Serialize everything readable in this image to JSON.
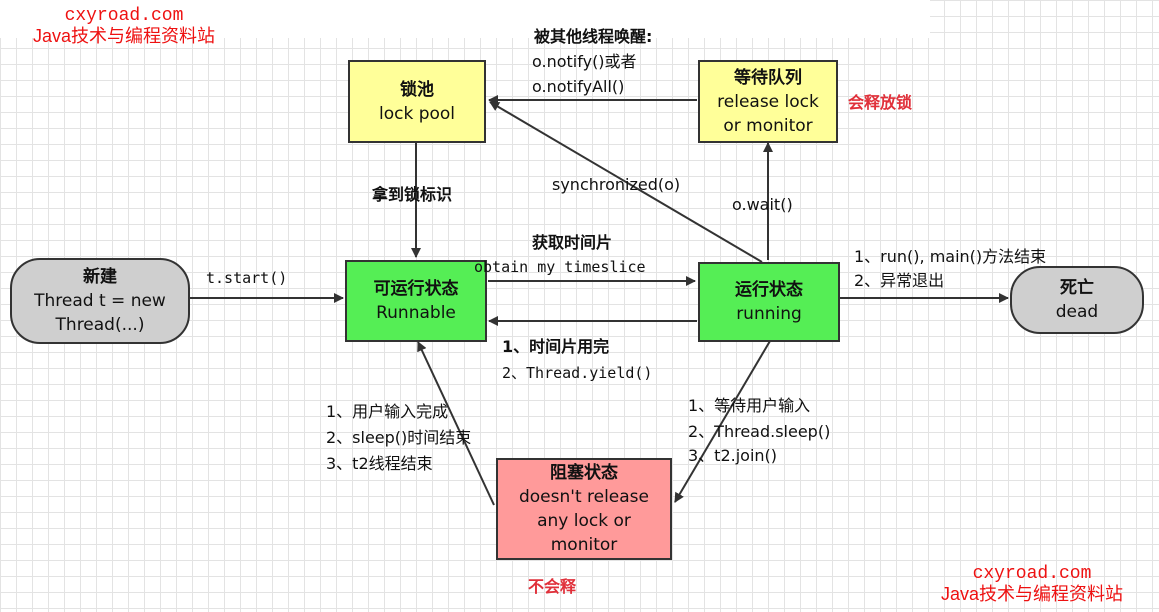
{
  "watermark": {
    "site": "cxyroad.com",
    "name": "Java技术与编程资料站"
  },
  "states": {
    "lock_pool": {
      "cn": "锁池",
      "en": "lock pool"
    },
    "wait_queue": {
      "cn": "等待队列",
      "line1": "release lock",
      "line2": "or monitor"
    },
    "new": {
      "cn": "新建",
      "line1": "Thread t = new",
      "line2": "Thread(...)"
    },
    "runnable": {
      "cn": "可运行状态",
      "en": "Runnable"
    },
    "running": {
      "cn": "运行状态",
      "en": "running"
    },
    "dead": {
      "cn": "死亡",
      "en": "dead"
    },
    "blocked": {
      "cn": "阻塞状态",
      "line1": "doesn't release",
      "line2": "any lock or",
      "line3": "monitor"
    }
  },
  "labels": {
    "notify_title": "被其他线程唤醒:",
    "notify_1": "o.notify()或者",
    "notify_2": "o.notifyAll()",
    "release_lock_note": "会释放锁",
    "synchronized": "synchronized(o)",
    "get_lock": "拿到锁标识",
    "wait": "o.wait()",
    "timeslice_cn": "获取时间片",
    "timeslice_en": "obtain my timeslice",
    "start": "t.start()",
    "end_1": "1、run(), main()方法结束",
    "end_2": "2、异常退出",
    "yield_1": "1、时间片用完",
    "yield_2": "2、Thread.yield()",
    "unblock_1": "1、用户输入完成",
    "unblock_2": "2、sleep()时间结束",
    "unblock_3": "3、t2线程结束",
    "block_1": "1、等待用户输入",
    "block_2": "2、Thread.sleep()",
    "block_3": "3、t2.join()",
    "no_release_note": "不会释"
  },
  "colors": {
    "yellow_box": "#ffff99",
    "green_box": "#55ee55",
    "gray_box": "#cfcfcf",
    "red_box": "#ff9a9a",
    "watermark": "#ee1111"
  }
}
